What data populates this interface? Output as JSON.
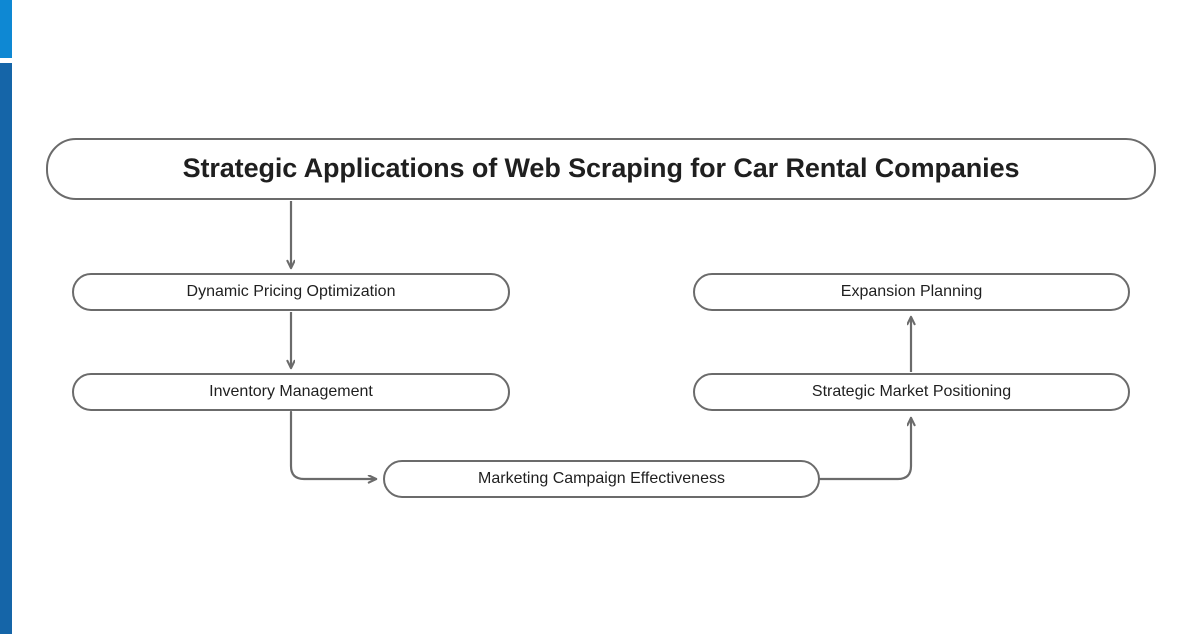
{
  "page": {
    "background": "#ffffff",
    "accent_top_color": "#0e88d3",
    "accent_bottom_color": "#1565a8",
    "node_border_color": "#6b6b6b",
    "connector_color": "#6b6b6b",
    "text_color": "#1f1f1f"
  },
  "diagram": {
    "type": "flowchart",
    "root": {
      "id": "root",
      "label": "Strategic Applications of Web Scraping for Car Rental Companies"
    },
    "nodes": [
      {
        "id": "dynamic-pricing",
        "label": "Dynamic Pricing Optimization"
      },
      {
        "id": "inventory",
        "label": "Inventory Management"
      },
      {
        "id": "marketing",
        "label": "Marketing Campaign Effectiveness"
      },
      {
        "id": "market-positioning",
        "label": "Strategic Market Positioning"
      },
      {
        "id": "expansion",
        "label": "Expansion Planning"
      }
    ],
    "edges": [
      {
        "from": "root",
        "to": "dynamic-pricing",
        "style": "straight-down"
      },
      {
        "from": "dynamic-pricing",
        "to": "inventory",
        "style": "straight-down"
      },
      {
        "from": "inventory",
        "to": "marketing",
        "style": "elbow-down-right"
      },
      {
        "from": "marketing",
        "to": "market-positioning",
        "style": "elbow-right-up"
      },
      {
        "from": "market-positioning",
        "to": "expansion",
        "style": "straight-up"
      }
    ]
  }
}
